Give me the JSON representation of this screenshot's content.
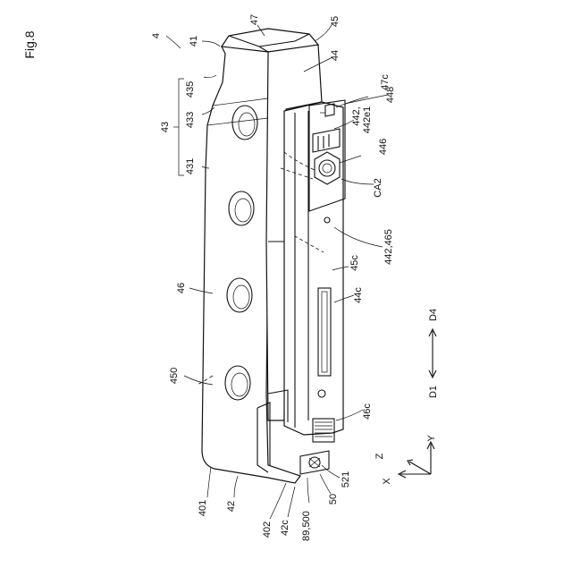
{
  "figure": {
    "title": "Fig.8",
    "assembly_ref": "4"
  },
  "labels": {
    "l41": "41",
    "l47": "47",
    "l45": "45",
    "l44": "44",
    "l47c": "47c",
    "l448": "448",
    "l442a": "442,",
    "l442e1": "442e1",
    "l446": "446",
    "lCA2": "CA2",
    "l442_465": "442,465",
    "l45c": "45c",
    "l44c": "44c",
    "l46": "46",
    "l450": "450",
    "l46c": "46c",
    "l521": "521",
    "l50": "50",
    "l89_500": "89,500",
    "l42c": "42c",
    "l402": "402",
    "l42": "42",
    "l401": "401",
    "l43": "43",
    "l435": "435",
    "l433": "433",
    "l431": "431"
  },
  "axes": {
    "d1": "D1",
    "d4": "D4",
    "x": "X",
    "y": "Y",
    "z": "Z"
  }
}
